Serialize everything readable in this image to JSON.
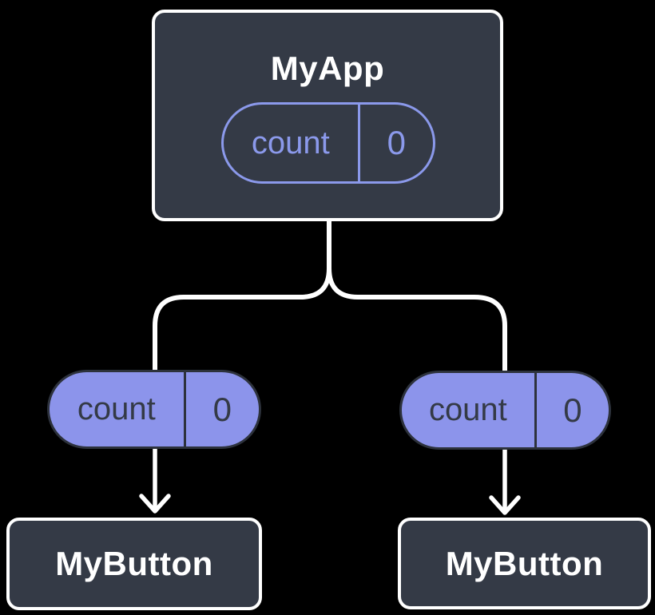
{
  "diagram": {
    "root": {
      "title": "MyApp",
      "pill": {
        "label": "count",
        "value": "0"
      }
    },
    "left_child": {
      "pill": {
        "label": "count",
        "value": "0"
      },
      "node": {
        "title": "MyButton"
      }
    },
    "right_child": {
      "pill": {
        "label": "count",
        "value": "0"
      },
      "node": {
        "title": "MyButton"
      }
    },
    "colors": {
      "canvas_bg": "#000000",
      "node_bg": "#343A46",
      "node_border": "#FFFFFF",
      "connector": "#FFFFFF",
      "pill_fill": "#8C94EB",
      "pill_outline": "#8B99EB",
      "pill_border_dark": "#2D323C",
      "pill_text_dark": "#343A46",
      "title_text": "#FFFFFF"
    }
  }
}
